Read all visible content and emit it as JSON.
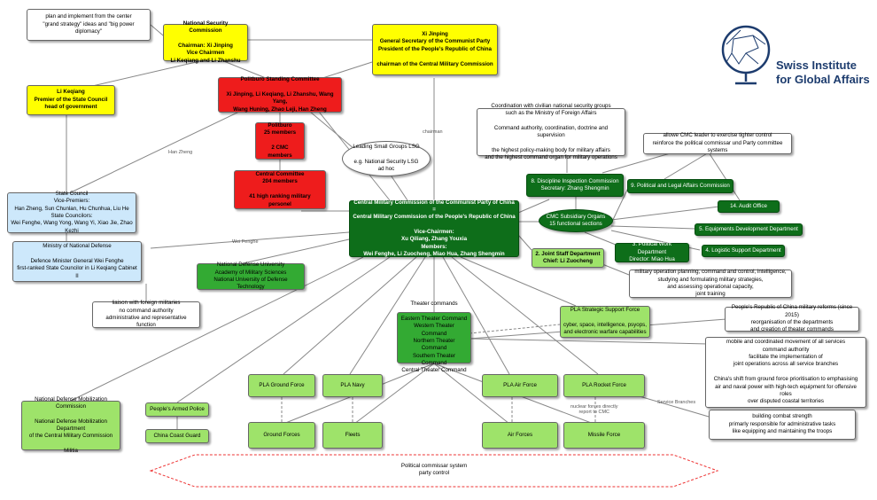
{
  "logo": {
    "line1": "Swiss Institute",
    "line2": "for Global Affairs"
  },
  "nodes": {
    "grand_strategy": "plan and implement from the center\n\"grand strategy\" ideas and \"big power diplomacy\"",
    "nsc": "National Security Commission\n\nChairman: Xi Jinping\nVice Chairmen\nLi Keqiang and Li Zhanshu",
    "xi": "Xi Jinping\nGeneral Secretary of the Communist Party\nPresident of the People's Republic of China\n\nchairman of the Central Military Commission",
    "li_keqiang": "Li Keqiang\nPremier of the State Council\nhead of government",
    "psc": "Politburo Standing Committee\n\nXi Jinping, Li Keqiang, Li Zhanshu, Wang Yang,\nWang Huning, Zhao Leji, Han Zheng",
    "politburo": "Politburo\n25 members\n\n2 CMC members",
    "central_committee": "Central Committee\n204 members\n\n41 high ranking military personel",
    "lsg": "Leading Small Groups LSG\n\ne.g. National Security LSG\nad hoc",
    "coordination": "Coordination with civilian national security groups\nsuch as the Ministry of Foreign Affairs\n\nCommand authority, coordination, doctrine and supervision\n\nthe highest policy-making body for military affairs\nand the highest command organ for military operations",
    "state_council": "State Council\nVice-Premiers:\nHan Zheng, Sun Chunlan, Hu Chunhua, Liu He\nState Councilors:\nWei Fenghe, Wang Yong, Wang Yi, Xiao Jie, Zhao Kezhi",
    "cmc": "Central Military Commission of the Communist Party of China\n=\nCentral Military Commission of the People's Republic of China\n\nVice-Chairmen:\nXu Qiliang, Zhang Youxia\nMembers:\nWei Fenghe, Li Zuocheng, Miao Hua, Zhang Shengmin",
    "mnd": "Ministry of National Defense\n\nDefence Minister General Wei Fenghe\nfirst-ranked State Councilor in Li Keqiang Cabinet II",
    "ndu": "National Defense University\nAcademy of Military Sciences\nNational University of Defense Technology",
    "liaison": "liaison with foreign militaries\nno command authority\nadministrative and representative function",
    "cmc_leader": "allowe CMC leader to exercise tighter control\nreinforce the political commissar und Party committee systems",
    "discipline": "8. Discipline Inspection Commission\nSecretary: Zhang Shengmin",
    "political_legal": "9. Political and Legal Affairs Commission",
    "audit": "14. Audit Office",
    "subsidiary": "CMC Subsidiary Organs\n15 functional sections",
    "equipments": "5. Equipments Development Department",
    "political_work": "3. Political Work Department\nDirector: Miao Hua",
    "logistic": "4. Logistic Support Department",
    "joint_staff": "2. Joint Staff Department\nChief: Li Zuocheng",
    "planning": "military operation planning, command and control, intelligence,\nstudying and formulating military strategies,\nand assessing operational capacity,\njoint training",
    "reforms": "People's Republic of China military reforms (since 2015)\nreorganisation of the departments\nand creation of theater commands",
    "ssf": "PLA Strategic Support Force\n\ncyber, space, intelligence, psyops,\nand electronic warfare capabilities",
    "theater": "Theater commands\n\nEastern Theater Command\nWestern Theater Command\nNorthern Theater Command\nSouthern Theater Command\nCentral Theater Command",
    "mobile": "mobile and coordinated movement of all services\ncommand authority\nfacilitate the implementation of\njoint operations across all service branches\n\nChina's shift from ground force prioritisation to emphasising\nair and naval power with high-tech equipment for offensive roles\nover disputed coastal territories",
    "ndmc": "National Defense Mobilization Commission\n\nNational Defense Mobilization Department\nof the Central Military Commission\n\nMilitia",
    "pap": "People's Armed Police",
    "coast_guard": "China Coast Guard",
    "pla_ground": "PLA Ground Force",
    "pla_navy": "PLA Navy",
    "pla_air": "PLA Air Force",
    "pla_rocket": "PLA Rocket Force",
    "ground_forces": "Ground Forces",
    "fleets": "Fleets",
    "air_forces": "Air Forces",
    "missile_force": "Missile Force",
    "combat": "building combat strength\nprimarly responsible for administrative tasks\nlike equipping and maintaining the troops",
    "commissar": "Political commissar system\nparty control"
  },
  "labels": {
    "chairman": "chairman",
    "han_zheng": "Han Zheng",
    "wei_fenghe": "Wei Fenghe",
    "nuclear": "nuclear forces directly\nreport to CMC",
    "service_branches": "Service Branches"
  },
  "colors": {
    "yellow": "#ffff00",
    "red": "#ee1c1c",
    "dark_green": "#0e6e1a",
    "mid_green": "#33aa33",
    "light_green": "#9ee36a",
    "light_blue": "#cde8fb",
    "logo_blue": "#1d3c6e"
  }
}
